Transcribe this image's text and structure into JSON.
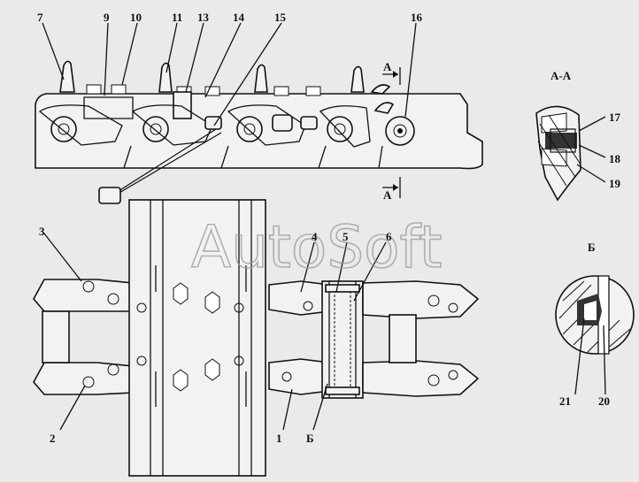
{
  "watermark": "AutoSoft",
  "section_titles": {
    "aa": "А-А",
    "b": "Б"
  },
  "callouts": {
    "n1": "1",
    "n2": "2",
    "n3": "3",
    "n4": "4",
    "n5": "5",
    "n6": "6",
    "n7": "7",
    "n9": "9",
    "n10": "10",
    "n11": "11",
    "n13": "13",
    "n14": "14",
    "n15": "15",
    "n16": "16",
    "n17": "17",
    "n18": "18",
    "n19": "19",
    "n20": "20",
    "n21": "21",
    "cut_a_top": "А",
    "cut_a_bottom": "А",
    "detail_b_marker": "Б"
  }
}
